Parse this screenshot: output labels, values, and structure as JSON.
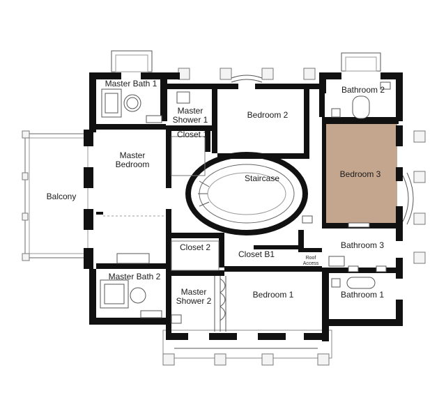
{
  "floor_plan": {
    "rooms": {
      "master_bath_1": "Master Bath 1",
      "master_shower_1_line1": "Master",
      "master_shower_1_line2": "Shower 1",
      "bedroom_2": "Bedroom 2",
      "bathroom_2": "Bathroom 2",
      "closet_1": "Closet 1",
      "master_bedroom_line1": "Master",
      "master_bedroom_line2": "Bedroom",
      "staircase": "Staircase",
      "bedroom_3": "Bedroom 3",
      "balcony": "Balcony",
      "closet_2": "Closet 2",
      "closet_b1": "Closet B1",
      "roof_access_line1": "Roof",
      "roof_access_line2": "Access",
      "bathroom_3": "Bathroom 3",
      "master_bath_2": "Master Bath 2",
      "master_shower_2_line1": "Master",
      "master_shower_2_line2": "Shower 2",
      "bedroom_1": "Bedroom 1",
      "bathroom_1": "Bathroom 1"
    },
    "colors": {
      "highlight_room": "#c4a58e",
      "wall": "#111111",
      "line": "#555555"
    },
    "highlighted_room": "Bedroom 3"
  }
}
